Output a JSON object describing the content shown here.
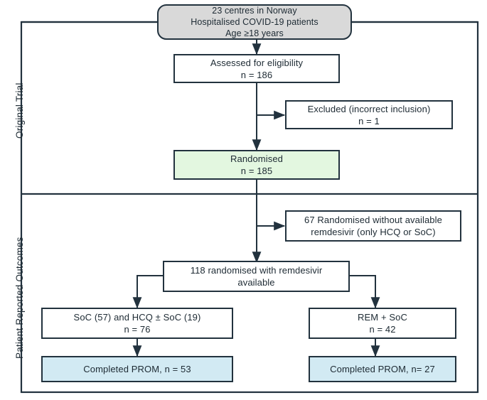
{
  "figure": {
    "type": "flow-diagram",
    "title": "CONSORT-style participant flow diagram"
  },
  "section_labels": {
    "original_trial": "Original Trial",
    "patient_reported_outcomes": "Patient Reported Outcomes"
  },
  "colors": {
    "border": "#22323e",
    "text": "#1d2a33",
    "header_fill": "#d9d9d9",
    "randomised_fill": "#e3f7e0",
    "prom_fill": "#d2eaf3",
    "plain_fill": "#ffffff",
    "background": "#ffffff"
  },
  "nodes": {
    "header": {
      "lines": [
        "23 centres in Norway",
        "Hospitalised COVID-19 patients",
        "Age ≥18 years"
      ],
      "fill": "#d9d9d9",
      "shape": "rounded-rectangle"
    },
    "assessed": {
      "lines": [
        "Assessed for eligibility",
        "n = 186"
      ],
      "fill": "#ffffff",
      "shape": "rectangle"
    },
    "excluded": {
      "lines": [
        "Excluded (incorrect inclusion)",
        "n = 1"
      ],
      "fill": "#ffffff",
      "shape": "rectangle"
    },
    "randomised": {
      "lines": [
        "Randomised",
        "n = 185"
      ],
      "fill": "#e3f7e0",
      "shape": "rectangle"
    },
    "no_remdesivir": {
      "lines": [
        "67 Randomised without available",
        "remdesivir (only HCQ or SoC)"
      ],
      "fill": "#ffffff",
      "shape": "rectangle"
    },
    "with_remdesivir": {
      "lines": [
        "118 randomised with remdesivir",
        "available"
      ],
      "fill": "#ffffff",
      "shape": "rectangle"
    },
    "soc_hcq_arm": {
      "lines": [
        "SoC (57) and HCQ ± SoC (19)",
        "n = 76"
      ],
      "fill": "#ffffff",
      "shape": "rectangle"
    },
    "rem_soc_arm": {
      "lines": [
        "REM + SoC",
        "n = 42"
      ],
      "fill": "#ffffff",
      "shape": "rectangle"
    },
    "prom_left": {
      "lines": [
        "Completed PROM, n = 53"
      ],
      "fill": "#d2eaf3",
      "shape": "rectangle"
    },
    "prom_right": {
      "lines": [
        "Completed PROM, n= 27"
      ],
      "fill": "#d2eaf3",
      "shape": "rectangle"
    }
  },
  "flow": {
    "counts": {
      "assessed_for_eligibility": 186,
      "excluded_incorrect_inclusion": 1,
      "randomised": 185,
      "randomised_without_remdesivir": 67,
      "randomised_with_remdesivir": 118,
      "soc_only": 57,
      "hcq_plus_minus_soc": 19,
      "control_arm_total": 76,
      "remdesivir_arm_total": 42,
      "completed_prom_control": 53,
      "completed_prom_remdesivir": 27
    }
  }
}
